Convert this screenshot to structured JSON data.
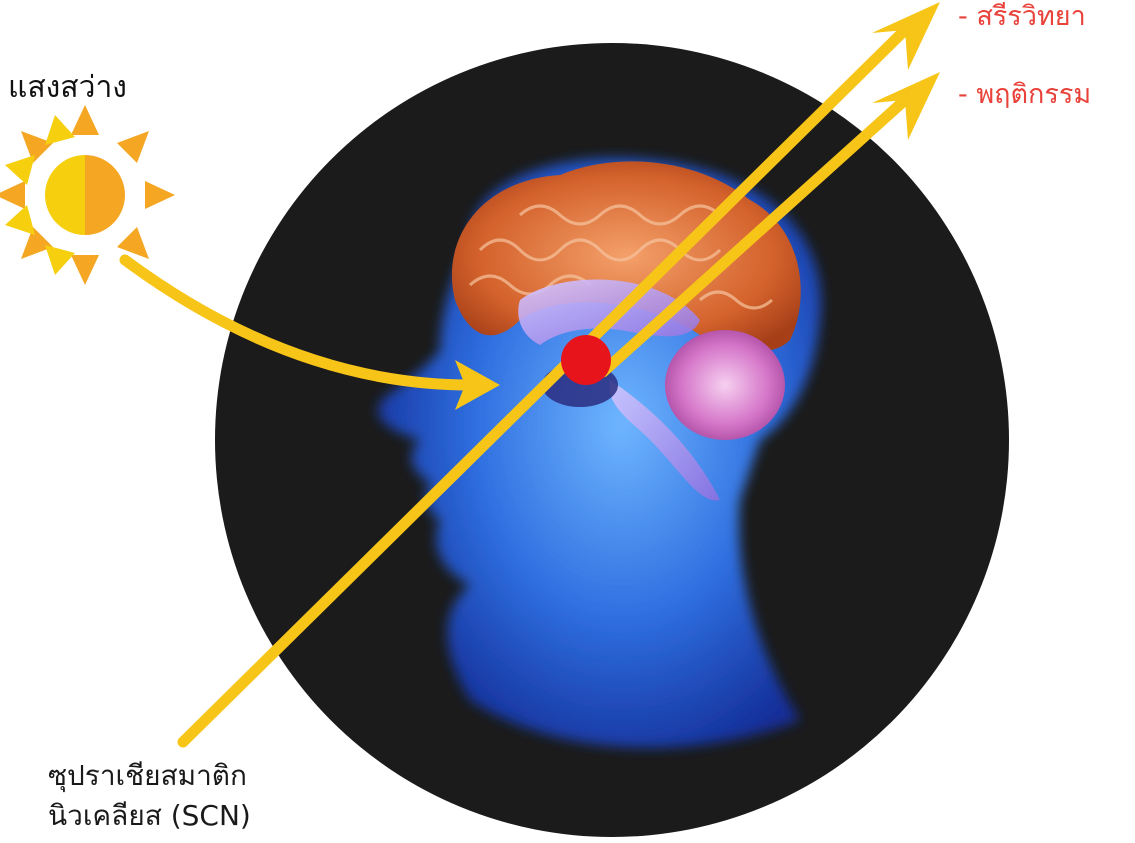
{
  "labels": {
    "light": "แสงสว่าง",
    "physiology": "- สรีรวิทยา",
    "behavior": "- พฤติกรรม",
    "scn_line1": "ซุปราเชียสมาติก",
    "scn_line2": "นิวเคลียส (SCN)"
  },
  "colors": {
    "arrow": "#f7c518",
    "scn_dot": "#e8141c",
    "outcome_text": "#e8423a",
    "circle_bg": "#1b1b1b",
    "sun_left": "#f6cf0e",
    "sun_right": "#f5a623"
  },
  "icons": {
    "sun": "sun-icon",
    "brain": "brain-icon",
    "head": "human-head-silhouette"
  }
}
